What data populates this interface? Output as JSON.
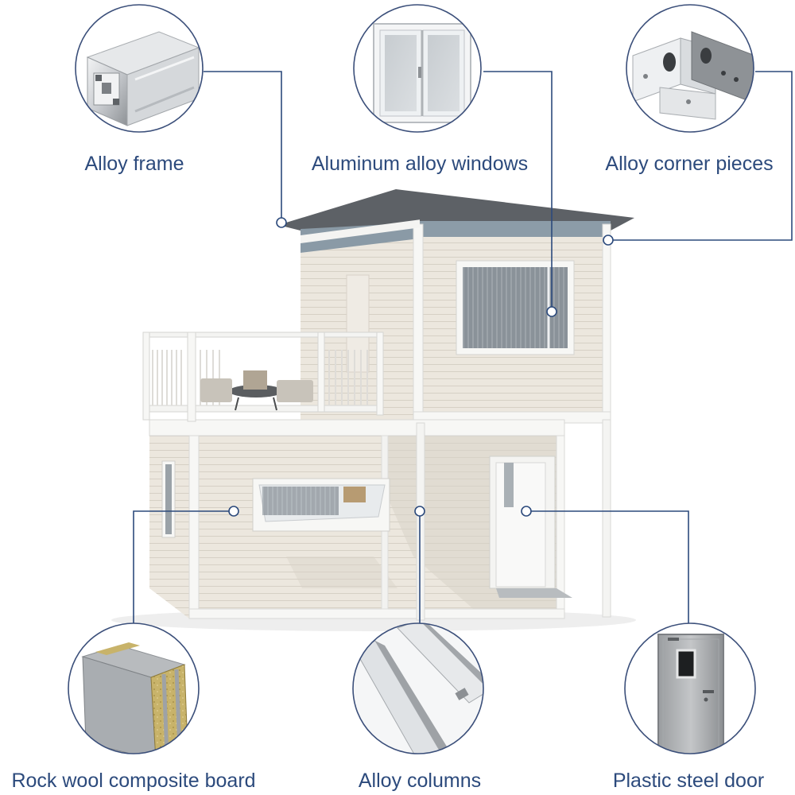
{
  "colors": {
    "callout_line": "#2c4a7c",
    "label_text": "#2c4a7c",
    "circle_border": "#3b4f7a",
    "siding": "#ece7de",
    "roof": "#5d6166",
    "frame_white": "#f7f7f5"
  },
  "callouts": [
    {
      "label": "Alloy frame",
      "icon": "aluminum-extrusion-profile-icon"
    },
    {
      "label": "Aluminum alloy windows",
      "icon": "sliding-window-icon"
    },
    {
      "label": "Alloy corner pieces",
      "icon": "corner-fitting-icon"
    },
    {
      "label": "Rock wool composite board",
      "icon": "rock-wool-panel-icon"
    },
    {
      "label": "Alloy columns",
      "icon": "column-profile-icon"
    },
    {
      "label": "Plastic steel door",
      "icon": "steel-door-icon"
    }
  ]
}
